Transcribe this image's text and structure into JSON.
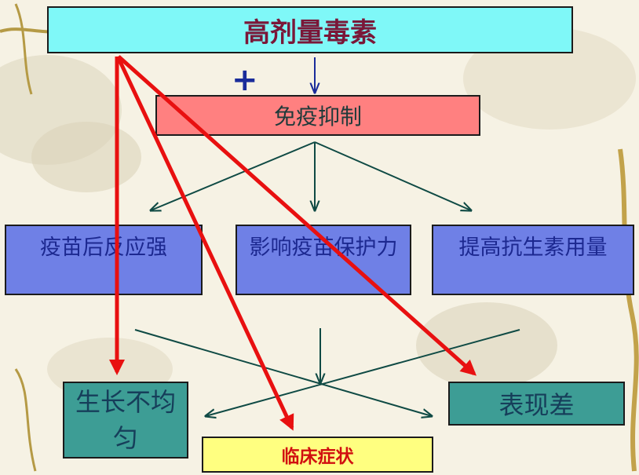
{
  "diagram": {
    "top": "高剂量毒素",
    "plus": "+",
    "immune": "免疫抑制",
    "vaccine_reaction": "疫苗后反应强",
    "vaccine_protection": "影响疫苗保护力",
    "antibiotic_dose": "提高抗生素用量",
    "growth_uneven": "生长不均匀",
    "poor_performance": "表现差",
    "clinical_symptoms": "临床症状"
  },
  "colors": {
    "top_fill": "#7ff8f8",
    "immune_fill": "#ff8080",
    "effect_fill": "#6f80e6",
    "outcome_fill": "#3d9d95",
    "clinical_fill": "#ffff80",
    "red_arrow": "#e81010",
    "dark_arrow": "#0f4a44",
    "blue_arrow": "#1a2c9a"
  }
}
